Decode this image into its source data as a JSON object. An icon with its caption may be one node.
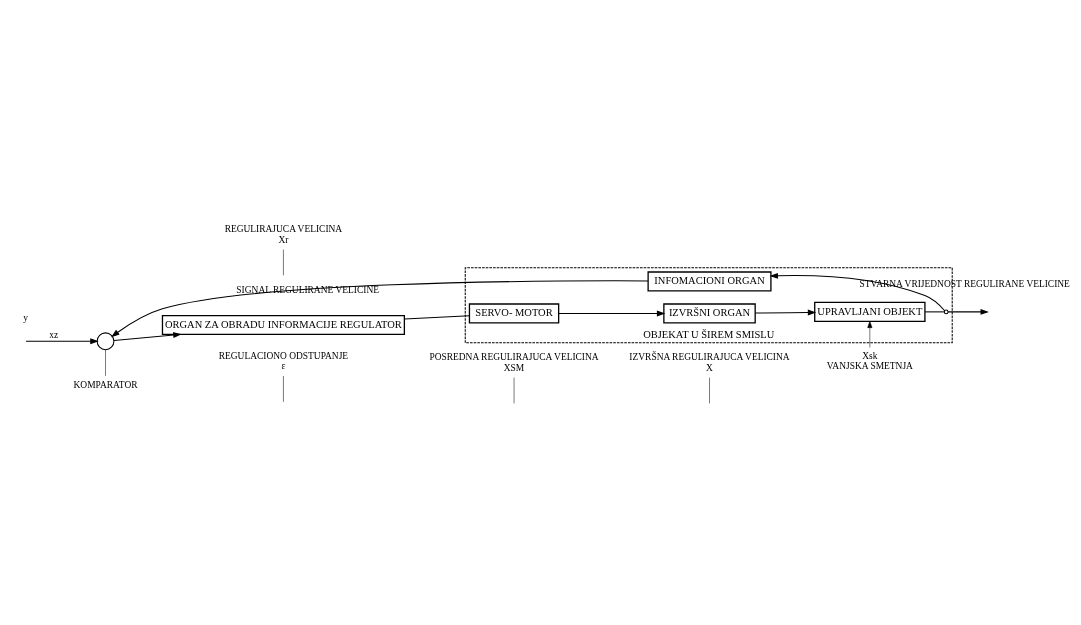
{
  "diagram": {
    "nodes": [
      {
        "text": [
          "OBJEKAT U ŠIREM SMISLU"
        ]
      },
      {
        "text": [],
        "shape": "circle"
      },
      {
        "text": [
          "ORGAN ZA OBRADU INFORMACIJE REGULATOR"
        ]
      },
      {
        "text": [
          "SERVO- MOTOR"
        ],
        "in": 0
      },
      {
        "text": [
          "IZVRŠNI ORGAN"
        ],
        "in": 0
      },
      {
        "text": [
          "UPRAVLJANI OBJEKT"
        ],
        "in": 0
      },
      {
        "text": [
          "INFOMACIONI ORGAN"
        ],
        "in": 0
      },
      {
        "text": [],
        "shape": "circle",
        "in": 0
      },
      {
        "text": [
          "REGULACIONO ODSTUPANJE",
          "ε"
        ]
      },
      {
        "text": [
          "REGULIRAJUCA VELICINA",
          "Xr"
        ]
      },
      {
        "text": [
          "POSREDNA REGULIRAJUCA VELICINA",
          "XSM"
        ]
      },
      {
        "text": [
          "IZVRŠNA REGULIRAJUCA VELICINA",
          "X"
        ]
      },
      {
        "text": [
          "KOMPARATOR"
        ]
      },
      {
        "text": [
          "Xsk",
          "VANJSKA SMETNJA"
        ]
      }
    ],
    "edges": [
      {
        "from": null,
        "to": 1,
        "arrow": "to",
        "label": "xz"
      },
      {
        "from": 1,
        "to": 2,
        "arrow": "to"
      },
      {
        "from": 2,
        "to": 3,
        "arrow": "none"
      },
      {
        "from": 3,
        "to": 4,
        "arrow": "to"
      },
      {
        "from": 4,
        "to": 5,
        "arrow": "to"
      },
      {
        "from": 13,
        "to": 5,
        "arrow": "to"
      },
      {
        "from": 5,
        "to": 7,
        "arrow": "none"
      },
      {
        "from": 7,
        "to": null,
        "arrow": "to"
      },
      {
        "from": 7,
        "to": 6,
        "arrow": "to",
        "label": "STVARNA VRIJEDNOST REGULIRANE VELICINE"
      },
      {
        "from": 6,
        "to": 1,
        "arrow": "to",
        "label": "SIGNAL REGULIRANE VELICINE"
      },
      {
        "from": 8,
        "to": null,
        "arrow": "none"
      },
      {
        "from": 9,
        "to": null,
        "arrow": "none"
      },
      {
        "from": 10,
        "to": null,
        "arrow": "none"
      },
      {
        "from": 11,
        "to": null,
        "arrow": "none"
      },
      {
        "from": 12,
        "to": 1,
        "arrow": "none"
      }
    ],
    "labels": [
      "y"
    ]
  }
}
